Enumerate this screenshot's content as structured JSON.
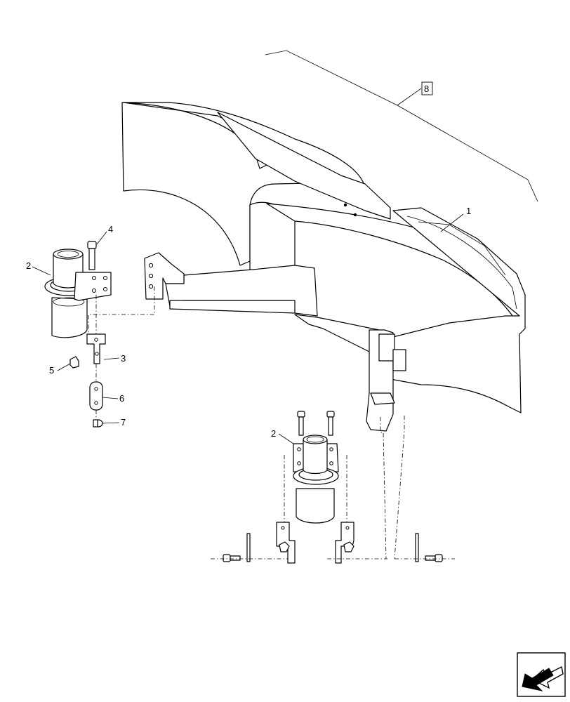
{
  "diagram": {
    "callouts": {
      "c1": "1",
      "c2a": "2",
      "c2b": "2",
      "c3": "3",
      "c4": "4",
      "c5": "5",
      "c6": "6",
      "c7": "7",
      "c8": "8"
    },
    "icons": {
      "nav": "next-page-arrow-icon"
    },
    "colors": {
      "line": "#000000",
      "background": "#ffffff"
    }
  }
}
